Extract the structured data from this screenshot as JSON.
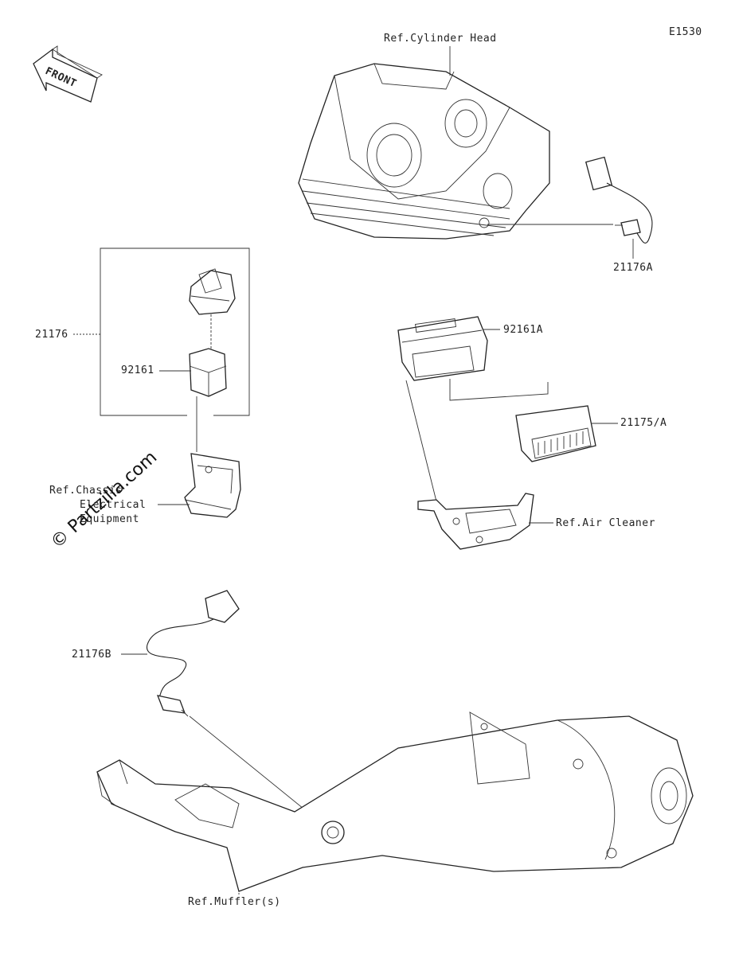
{
  "diagram_id": "E1530",
  "front_label": "FRONT",
  "watermark": "© Partzilla.com",
  "labels": {
    "cylinder_head": "Ref.Cylinder Head",
    "p21176A": "21176A",
    "p21176": "21176",
    "p92161": "92161",
    "p92161A": "92161A",
    "p21175A": "21175/A",
    "chassis_1": "Ref.Chassis",
    "chassis_2": "Electrical",
    "chassis_3": "Equipment",
    "air_cleaner": "Ref.Air Cleaner",
    "p21176B": "21176B",
    "muffler": "Ref.Muffler(s)"
  }
}
